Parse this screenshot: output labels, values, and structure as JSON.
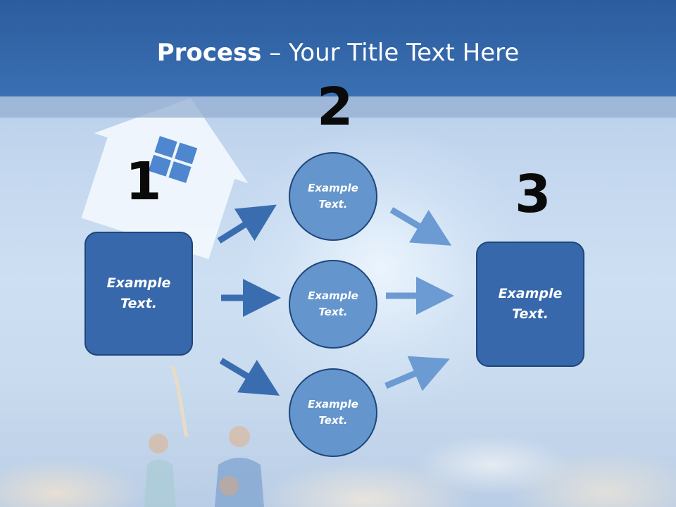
{
  "title": {
    "bold": "Process",
    "rest": " – Your Title Text Here"
  },
  "steps": {
    "step1": "1",
    "step2": "2",
    "step3": "3"
  },
  "left_box": {
    "text": "Example\nText."
  },
  "circles": [
    {
      "text": "Example\nText."
    },
    {
      "text": "Example\nText."
    },
    {
      "text": "Example\nText."
    }
  ],
  "right_box": {
    "text": "Example\nText."
  },
  "colors": {
    "header": "#3468aa",
    "box_fill": "#3768ab",
    "circle_fill": "#6495cc",
    "border": "#1f4679",
    "arrow_dark": "#3a6db0",
    "arrow_light": "#6c9ad2"
  }
}
